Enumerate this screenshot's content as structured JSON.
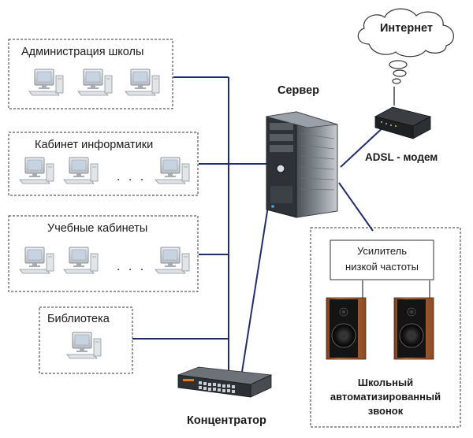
{
  "groups": {
    "admin": "Администрация школы",
    "informatics": "Кабинет информатики",
    "classrooms": "Учебные кабинеты",
    "library": "Библиотека"
  },
  "ellipsis": ". . .",
  "devices": {
    "server": "Сервер",
    "internet": "Интернет",
    "modem": "ADSL - модем",
    "hub": "Концентратор",
    "amplifier_line1": "Усилитель",
    "amplifier_line2": "низкой частоты",
    "bell_line1": "Школьный",
    "bell_line2": "автоматизированный",
    "bell_line3": "звонок"
  },
  "colors": {
    "link": "#1f2f6b",
    "speaker_wood": "#b36a3a",
    "server_body": "#6e737a"
  },
  "icons": {
    "workstation": "desktop-computer-icon",
    "server": "tower-server-icon",
    "modem": "router-icon",
    "hub": "network-switch-icon",
    "speaker": "speaker-icon",
    "cloud": "cloud-icon"
  }
}
